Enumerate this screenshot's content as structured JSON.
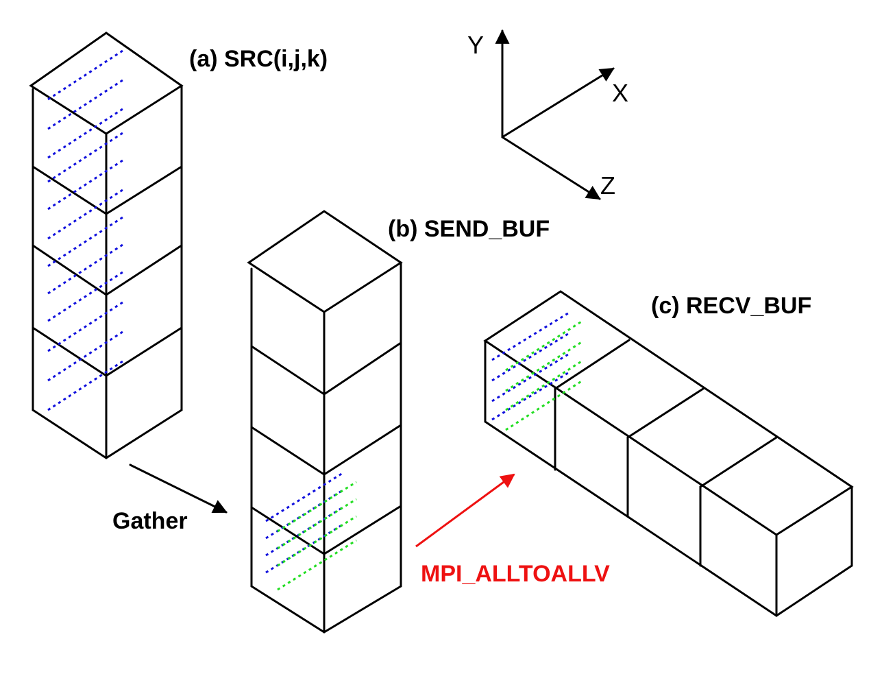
{
  "labels": {
    "src": "(a) SRC(i,j,k)",
    "send": "(b) SEND_BUF",
    "recv": "(c) RECV_BUF",
    "gather": "Gather",
    "mpi": "MPI_ALLTOALLV"
  },
  "axes": {
    "x": "X",
    "y": "Y",
    "z": "Z"
  },
  "colors": {
    "edge": "#000000",
    "blue_lines": "#1010dd",
    "green_lines": "#22dd22",
    "mpi_arrow": "#ee1111"
  }
}
